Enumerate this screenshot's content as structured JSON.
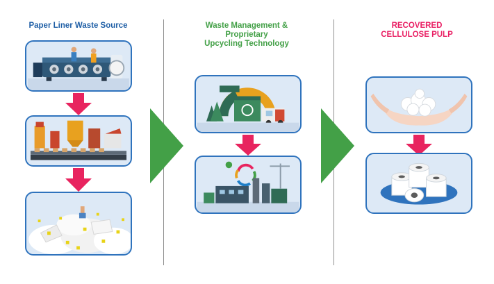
{
  "columns": [
    {
      "title_lines": [
        "Paper Liner Waste Source"
      ]
    },
    {
      "title_lines": [
        "Waste Management &",
        "Proprietary",
        "Upcycling Technology"
      ]
    },
    {
      "title_lines": [
        "RECOVERED",
        "CELLULOSE PULP"
      ]
    }
  ],
  "colors": {
    "source_title": "#1f5fa6",
    "technology_title": "#43a047",
    "pulp_title": "#e91e63",
    "card_border": "#2f73bd",
    "card_fill": "#dde9f6",
    "step_arrow": "#e8245f",
    "stage_arrow": "#43a047"
  },
  "icons": {
    "card_1": "paper-machine-icon",
    "card_2": "labeling-line-icon",
    "card_3": "liner-waste-pile-icon",
    "card_4": "waste-collection-icon",
    "card_5": "recycling-plant-icon",
    "card_6": "pulp-in-hands-icon",
    "card_7": "toilet-paper-rolls-icon"
  }
}
